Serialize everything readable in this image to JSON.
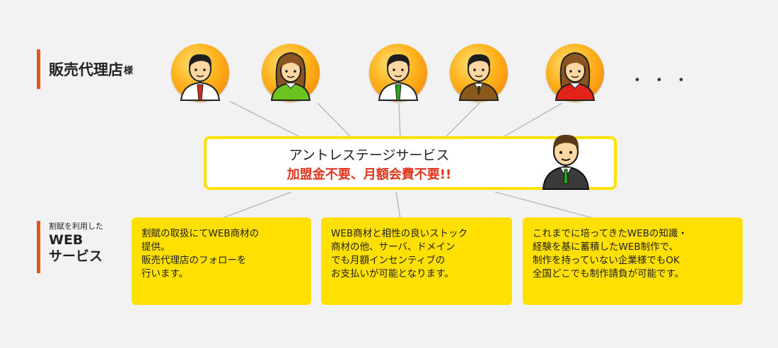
{
  "partners": {
    "label": "販売代理店",
    "label_suffix": "様",
    "ellipsis": "・・・",
    "avatars": [
      {
        "icon": "man-red-tie-icon",
        "shirt": "#ffffff",
        "accent": "#d22a1f"
      },
      {
        "icon": "woman-green-icon",
        "shirt": "#6cc21f",
        "accent": "#ffffff"
      },
      {
        "icon": "man-green-tie-icon",
        "shirt": "#ffffff",
        "accent": "#2aa323"
      },
      {
        "icon": "man-brown-suit-icon",
        "shirt": "#8a5a1c",
        "accent": "#3b2a12"
      },
      {
        "icon": "woman-red-icon",
        "shirt": "#e2231a",
        "accent": "#ffffff"
      }
    ]
  },
  "service": {
    "name": "アントレステージサービス",
    "tagline": "加盟金不要、月額会費不要!!",
    "staff_icon": "staff-man-green-tie-icon"
  },
  "web_services": {
    "label_small": "割賦を利用した",
    "label_line1": "WEB",
    "label_line2": "サービス",
    "cards": [
      {
        "lines": [
          "割賦の取扱にてWEB商材の",
          "提供。",
          "販売代理店のフォローを",
          "行います。"
        ]
      },
      {
        "lines": [
          "WEB商材と相性の良いストック",
          "商材の他、サーバ、ドメイン",
          "でも月額インセンティブの",
          "お支払いが可能となります。"
        ]
      },
      {
        "lines": [
          "これまでに培ってきたWEBの知識・",
          "経験を基に蓄積したWEB制作で、",
          "制作を持っていない企業様でもOK",
          "全国どこでも制作請負が可能です。"
        ]
      }
    ]
  },
  "colors": {
    "accent": "#e8501c",
    "card": "#ffe000",
    "box_border": "#ffe200",
    "tagline": "#e0341c"
  }
}
